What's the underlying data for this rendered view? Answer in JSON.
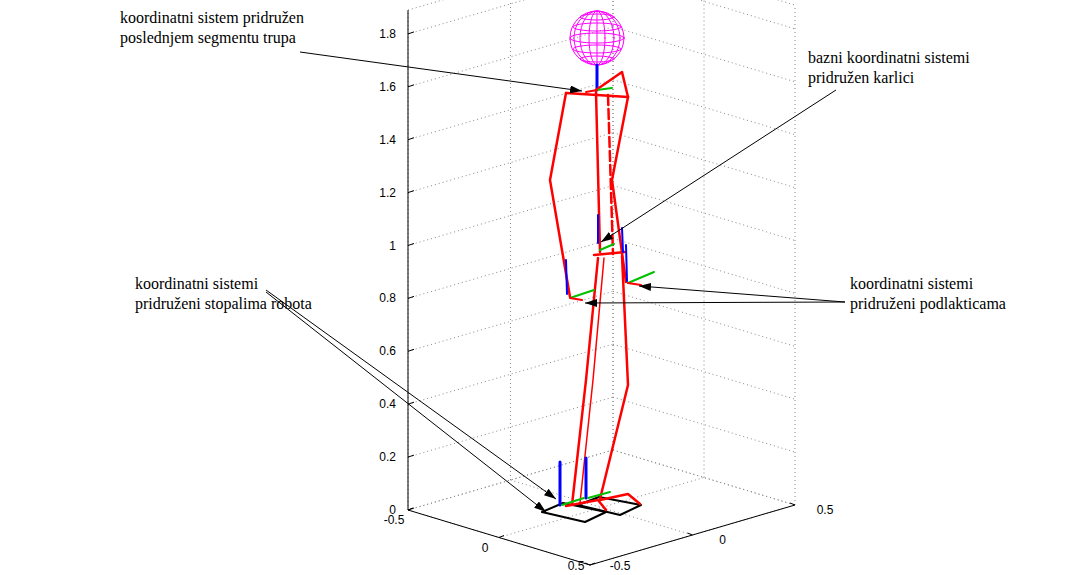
{
  "diagram": {
    "labels": [
      "koordinatni sistem pridružen poslednjem segmentu trupa",
      "bazni koordinatni sistemi pridružen karlici",
      "koordinatni sistemi pridruženi stopalima robota",
      "koordinatni sistemi pridruženi podlakticama",
      "1.8",
      "1.6",
      "1.4",
      "1.2",
      "1",
      "0.8",
      "0.6",
      "0.4",
      "0.2",
      "0",
      "-0.5",
      "0",
      "0.5",
      "-0.5",
      "0",
      "0.5"
    ]
  }
}
